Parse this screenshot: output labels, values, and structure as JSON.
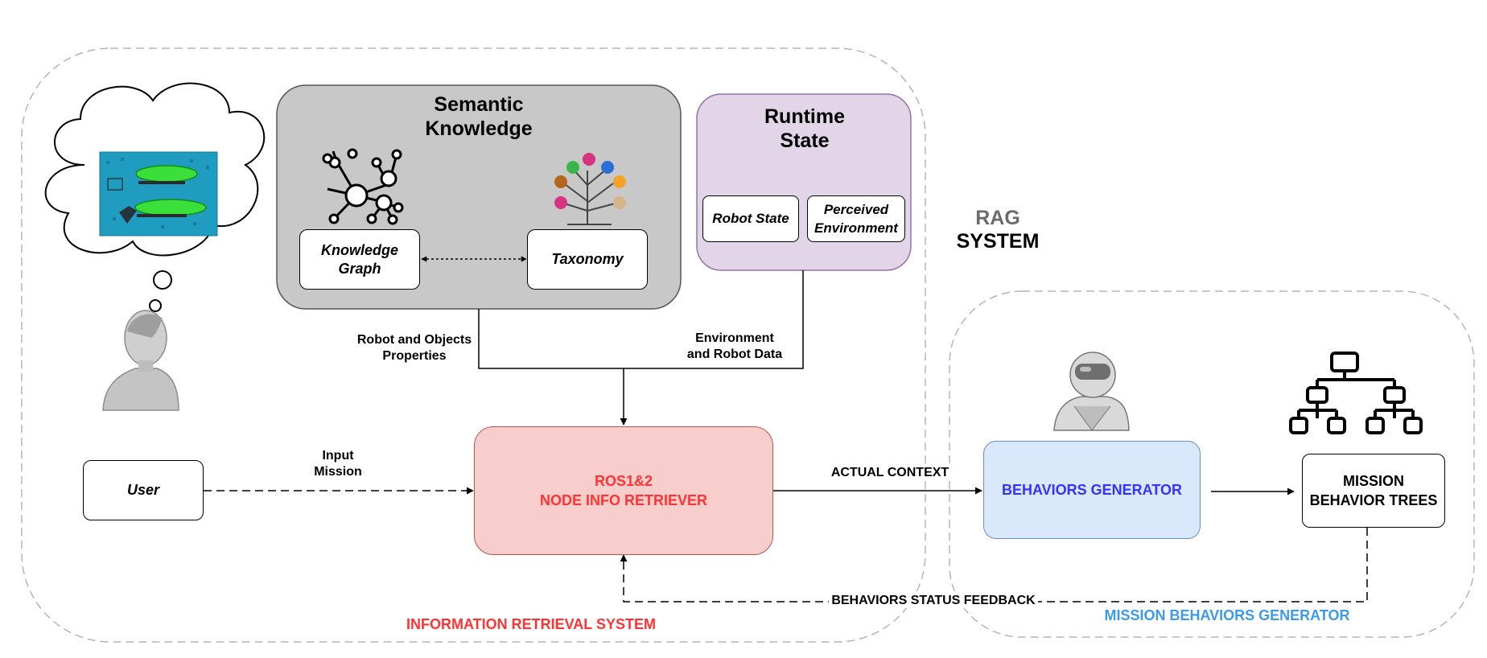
{
  "semantic_knowledge": {
    "title": "Semantic\nKnowledge",
    "knowledge_graph_label": "Knowledge\nGraph",
    "taxonomy_label": "Taxonomy"
  },
  "runtime_state": {
    "title": "Runtime\nState",
    "robot_state_label": "Robot State",
    "perceived_environment_label": "Perceived\nEnvironment"
  },
  "rag_system": {
    "line1": "RAG",
    "line2": "SYSTEM"
  },
  "edges": {
    "robot_objects_properties": "Robot and Objects\nProperties",
    "environment_robot_data": "Environment\nand Robot Data",
    "input_mission": "Input\nMission",
    "actual_context": "ACTUAL CONTEXT",
    "behaviors_status_feedback": "BEHAVIORS STATUS FEEDBACK"
  },
  "nodes": {
    "user": "User",
    "node_info_retriever": "ROS1&2\nNODE INFO RETRIEVER",
    "behaviors_generator": "BEHAVIORS GENERATOR",
    "mission_behavior_trees": "MISSION\nBEHAVIOR TREES"
  },
  "regions": {
    "information_retrieval_system": "INFORMATION RETRIEVAL SYSTEM",
    "mission_behaviors_generator": "MISSION BEHAVIORS GENERATOR"
  },
  "colors": {
    "semantic_fill": "#c8c8c8",
    "runtime_fill": "#e1d5e7",
    "runtime_stroke": "#9673a6",
    "retriever_fill": "#f8cecc",
    "retriever_stroke": "#b85450",
    "retriever_text": "#ff3333",
    "generator_fill": "#dae8fc",
    "generator_stroke": "#6c8ebf",
    "generator_text": "#3333ff",
    "info_region_text": "#ff3333",
    "mission_region_text": "#3d9ae8",
    "rag_text": "#6b6b6b"
  },
  "icons": [
    "thought-cloud-icon",
    "underwater-robots-photo",
    "person-icon",
    "knowledge-graph-icon",
    "taxonomy-tree-icon",
    "robot-icon",
    "behavior-tree-icon"
  ]
}
